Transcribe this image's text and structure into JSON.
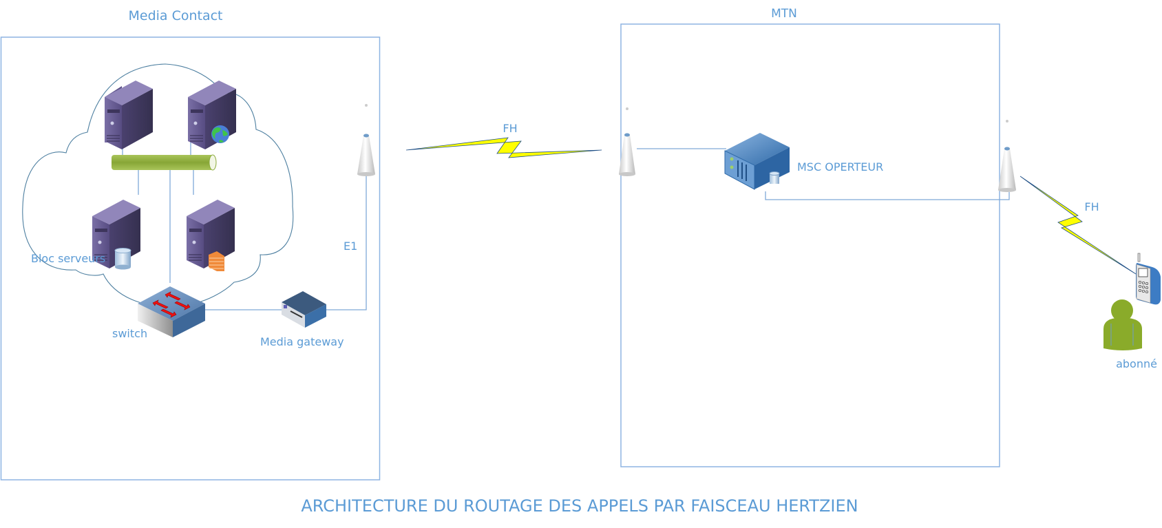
{
  "diagram": {
    "title": "ARCHITECTURE DU ROUTAGE DES APPELS PAR FAISCEAU HERTZIEN",
    "zones": {
      "media_contact": "Media Contact",
      "mtn": "MTN"
    },
    "labels": {
      "bloc_serveurs": "Bloc serveurs",
      "switch": "switch",
      "media_gateway": "Media gateway",
      "e1": "E1",
      "fh_link_1": "FH",
      "fh_link_2": "FH",
      "msc": "MSC OPERTEUR",
      "subscriber": "abonné"
    },
    "colors": {
      "text": "#5b9bd5",
      "lightning": "#ffff00",
      "server": "#5d5287",
      "pipe": "#8aab3a",
      "person": "#8aab2a"
    }
  }
}
